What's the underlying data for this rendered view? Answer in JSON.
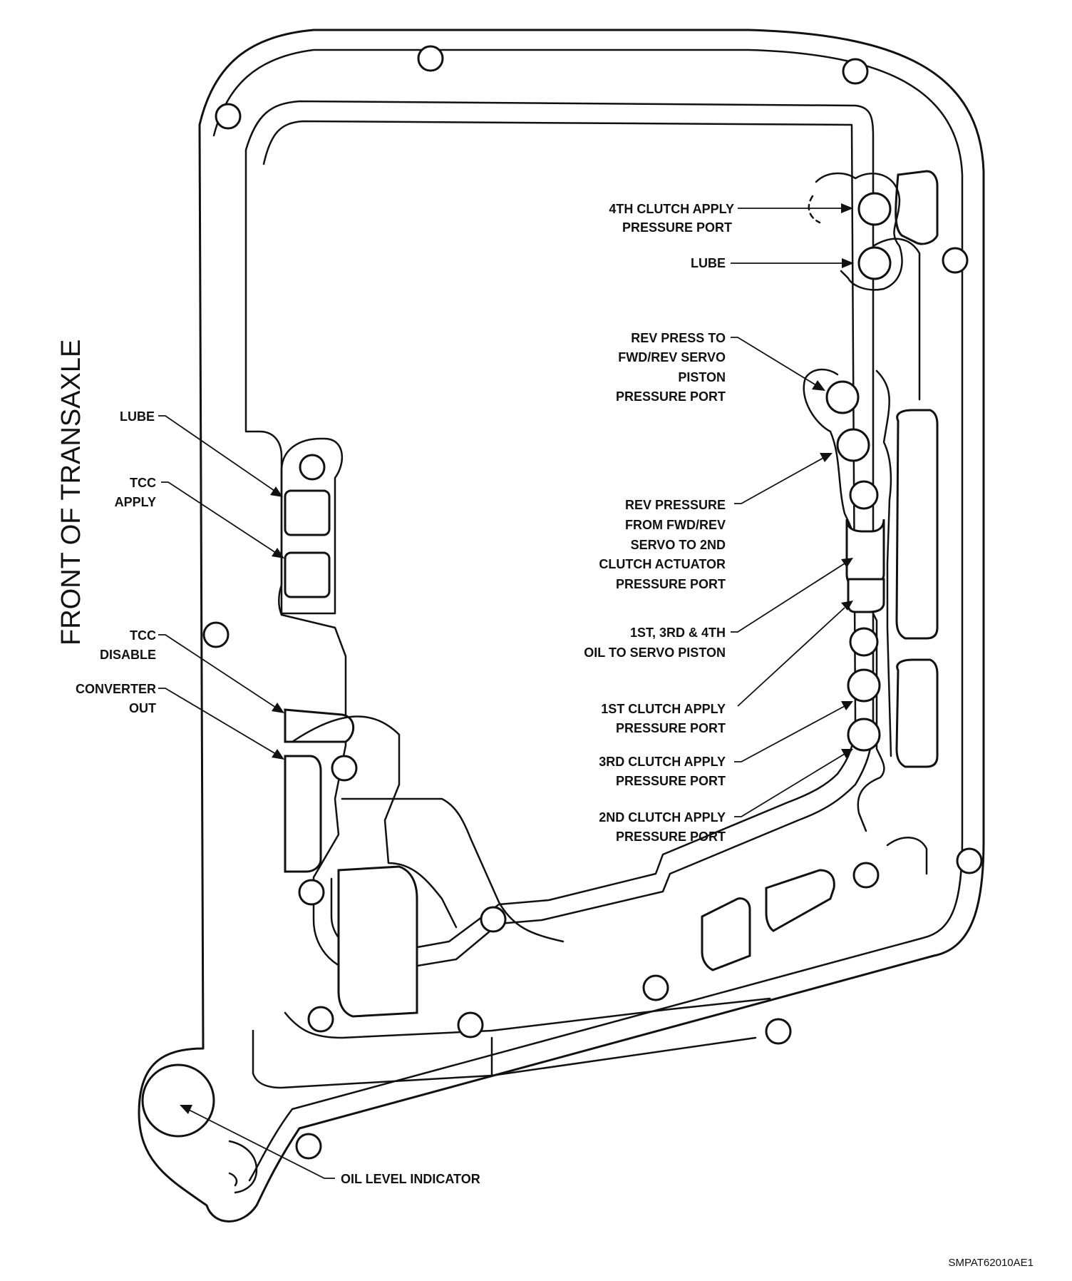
{
  "side_title": "FRONT OF TRANSAXLE",
  "labels": {
    "fourth_clutch_l1": "4TH CLUTCH APPLY",
    "fourth_clutch_l2": "PRESSURE PORT",
    "lube_right": "LUBE",
    "rev_press_l1": "REV PRESS TO",
    "rev_press_l2": "FWD/REV SERVO",
    "rev_press_l3": "PISTON",
    "rev_press_l4": "PRESSURE PORT",
    "rev_pressure_l1": "REV PRESSURE",
    "rev_pressure_l2": "FROM FWD/REV",
    "rev_pressure_l3": "SERVO TO 2ND",
    "rev_pressure_l4": "CLUTCH ACTUATOR",
    "rev_pressure_l5": "PRESSURE PORT",
    "oil_servo_l1": "1ST, 3RD & 4TH",
    "oil_servo_l2": "OIL TO SERVO PISTON",
    "first_clutch_l1": "1ST CLUTCH APPLY",
    "first_clutch_l2": "PRESSURE PORT",
    "third_clutch_l1": "3RD CLUTCH APPLY",
    "third_clutch_l2": "PRESSURE PORT",
    "second_clutch_l1": "2ND CLUTCH APPLY",
    "second_clutch_l2": "PRESSURE PORT",
    "lube_left": "LUBE",
    "tcc_apply_l1": "TCC",
    "tcc_apply_l2": "APPLY",
    "tcc_disable_l1": "TCC",
    "tcc_disable_l2": "DISABLE",
    "converter_out_l1": "CONVERTER",
    "converter_out_l2": "OUT",
    "oil_level": "OIL LEVEL INDICATOR"
  },
  "figure_code": "SMPAT62010AE1"
}
